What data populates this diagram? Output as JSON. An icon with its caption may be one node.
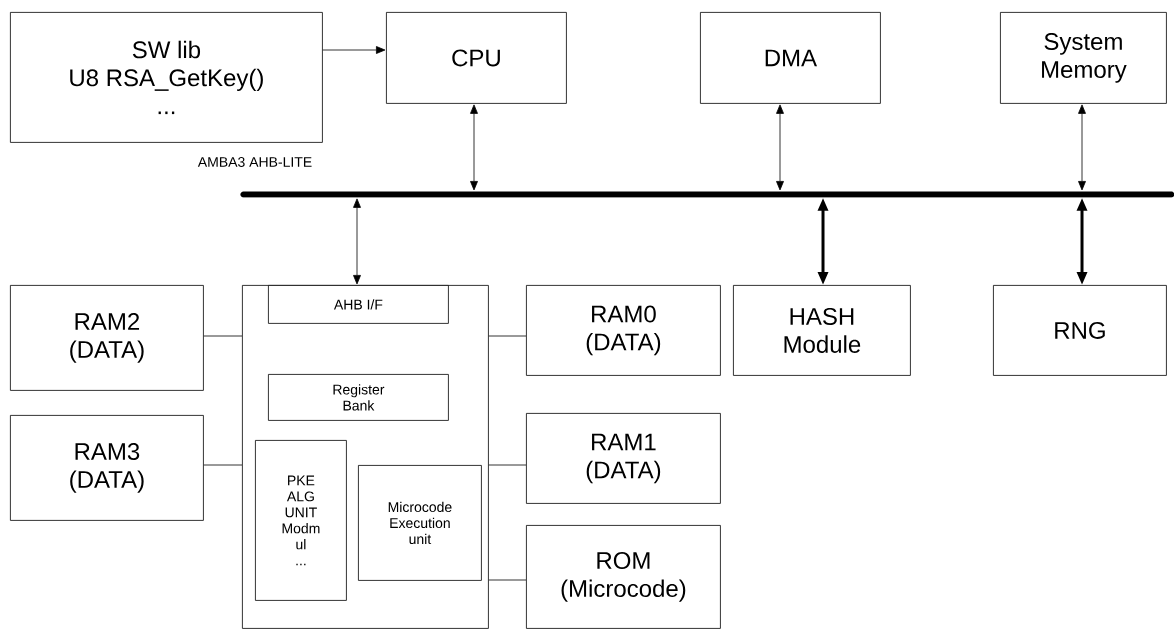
{
  "diagram": {
    "nodes": [
      {
        "text": [
          "SW lib",
          "U8 RSA_GetKey()",
          "..."
        ]
      },
      {
        "text": [
          "CPU"
        ]
      },
      {
        "text": [
          "DMA"
        ]
      },
      {
        "text": [
          "System Memory"
        ]
      },
      {
        "text": [],
        "shape": "bar"
      },
      {
        "text": [
          "RAM2 (DATA)"
        ]
      },
      {
        "text": [],
        "shape": "box"
      },
      {
        "text": [
          "AHB I/F"
        ],
        "in": 6
      },
      {
        "text": [
          "Register Bank"
        ],
        "in": 6
      },
      {
        "text": [
          "PKE ALG UNIT Modm ul",
          "..."
        ],
        "in": 6
      },
      {
        "text": [
          "Microcode Execution unit"
        ],
        "in": 6
      },
      {
        "text": [
          "RAM0 (DATA)"
        ]
      },
      {
        "text": [
          "HASH Module"
        ]
      },
      {
        "text": [
          "RNG"
        ]
      },
      {
        "text": [
          "RAM3 (DATA)"
        ]
      },
      {
        "text": [
          "RAM1 (DATA)"
        ]
      },
      {
        "text": [
          "ROM (Microcode)"
        ]
      }
    ],
    "edges": [
      {
        "from": 0,
        "to": 1,
        "arrow": "to"
      },
      {
        "from": 1,
        "to": 4,
        "arrow": "both"
      },
      {
        "from": 2,
        "to": 4,
        "arrow": "both"
      },
      {
        "from": 3,
        "to": 4,
        "arrow": "both"
      },
      {
        "from": 4,
        "to": 7,
        "arrow": "both"
      },
      {
        "from": 4,
        "to": 12,
        "arrow": "both",
        "style": "thick"
      },
      {
        "from": 4,
        "to": 13,
        "arrow": "both",
        "style": "thick"
      },
      {
        "from": 5,
        "to": 6,
        "arrow": "none"
      },
      {
        "from": 14,
        "to": 6,
        "arrow": "none"
      },
      {
        "from": 6,
        "to": 11,
        "arrow": "none"
      },
      {
        "from": 6,
        "to": 15,
        "arrow": "none"
      },
      {
        "from": 6,
        "to": 16,
        "arrow": "none"
      }
    ],
    "labels": [
      "AMBA3 AHB-LITE"
    ]
  }
}
